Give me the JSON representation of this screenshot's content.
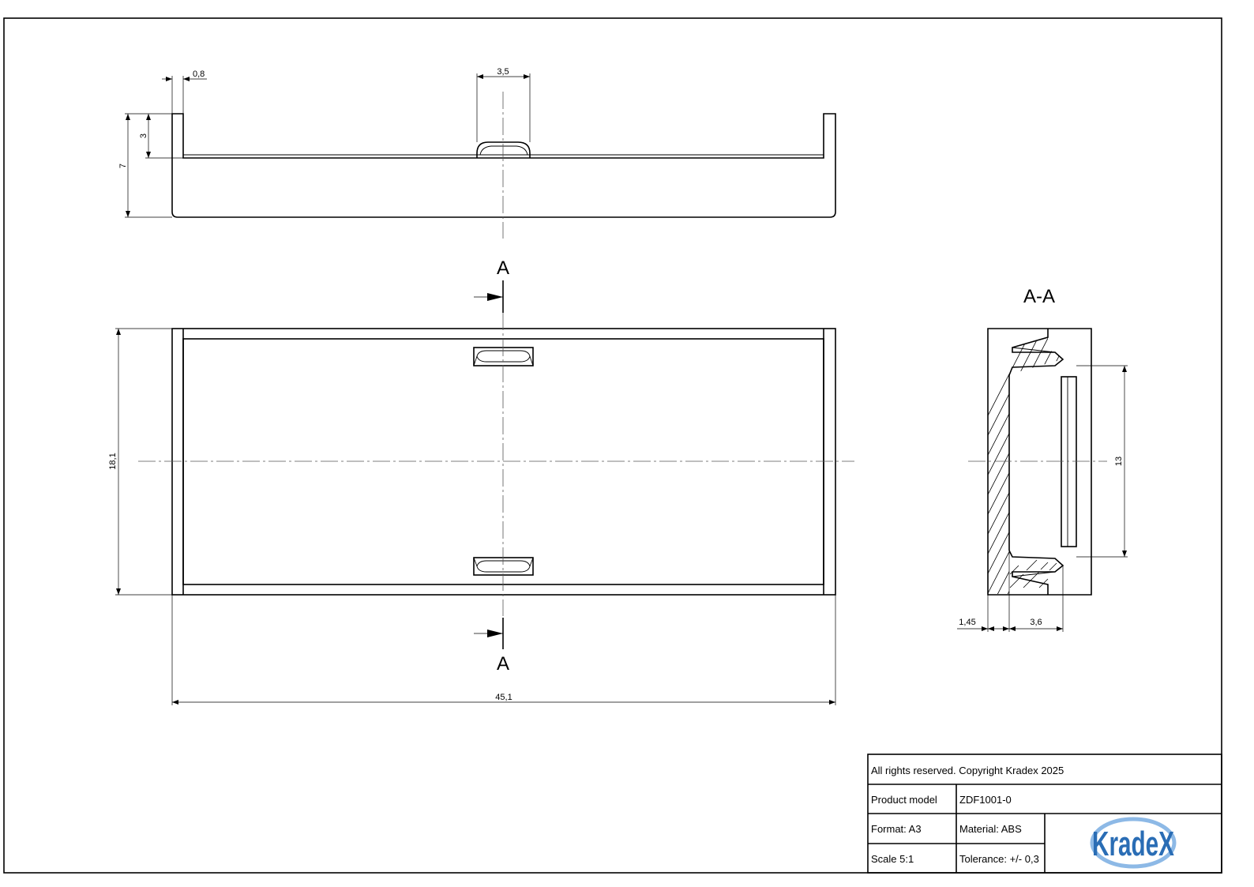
{
  "dimensions": {
    "wall": "0,8",
    "clip_width": "3,5",
    "wall_height": "3",
    "total_height": "7",
    "width": "18,1",
    "length": "45,1",
    "section_inner": "13",
    "section_wall": "1,45",
    "section_depth": "3,6"
  },
  "section": {
    "marker_top": "A",
    "marker_bottom": "A",
    "title": "A-A"
  },
  "title_block": {
    "copyright": "All rights reserved. Copyright Kradex 2025",
    "product_model_label": "Product model",
    "product_model_value": "ZDF1001-0",
    "format": "Format: A3",
    "material": "Material: ABS",
    "scale": "Scale 5:1",
    "tolerance": "Tolerance: +/- 0,3"
  },
  "logo": {
    "text": "KradeX",
    "color": "#2a6db5",
    "ring_color": "#8db9e6"
  }
}
